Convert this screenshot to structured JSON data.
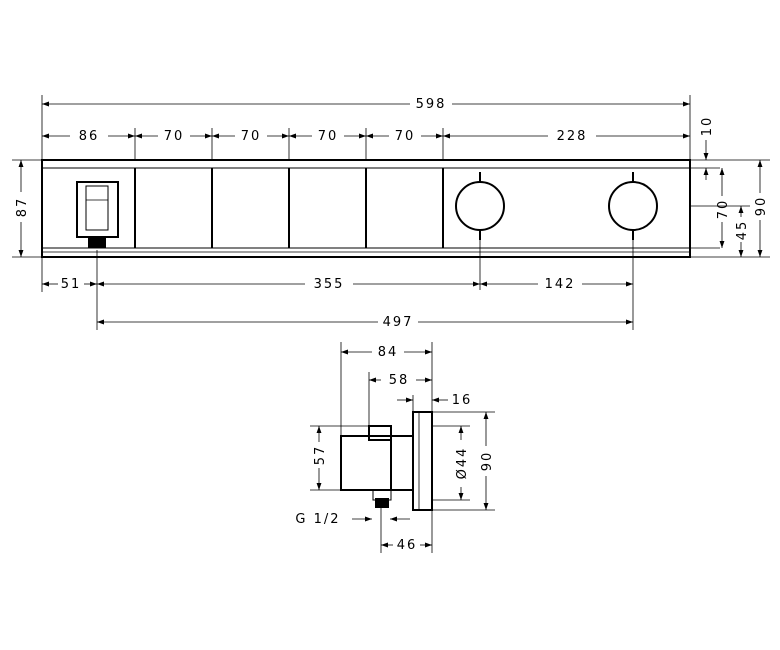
{
  "front_view": {
    "overall_width": "598",
    "module_widths": [
      "86",
      "70",
      "70",
      "70",
      "70",
      "228"
    ],
    "top_offset": "10",
    "height_left": "87",
    "height_right_70": "70",
    "height_right_90": "90",
    "height_right_45": "45",
    "bottom_left": "51",
    "bottom_mid": "355",
    "bottom_right": "142",
    "bottom_total": "497"
  },
  "side_view": {
    "depth_total": "84",
    "depth_body": "58",
    "plate_thickness": "16",
    "height_57": "57",
    "dia_44": "Ø44",
    "height_90": "90",
    "thread": "G 1/2",
    "offset_46": "46"
  }
}
